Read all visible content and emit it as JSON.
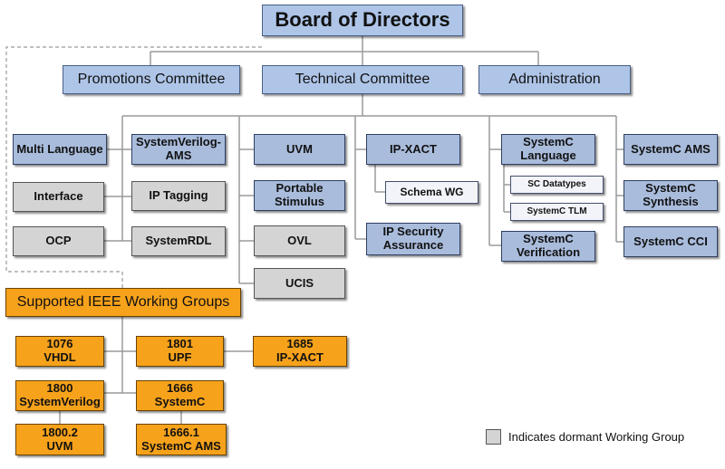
{
  "title": "Board of Directors",
  "committees": {
    "promotions": "Promotions Committee",
    "technical": "Technical Committee",
    "administration": "Administration"
  },
  "groups": {
    "multi_language": "Multi Language",
    "systemverilog_ams": "SystemVerilog-\nAMS",
    "interface": "Interface",
    "ip_tagging": "IP Tagging",
    "ocp": "OCP",
    "systemrdl": "SystemRDL",
    "uvm": "UVM",
    "portable_stimulus": "Portable\nStimulus",
    "ovl": "OVL",
    "ucis": "UCIS",
    "ip_xact": "IP-XACT",
    "schema_wg": "Schema WG",
    "ip_security": "IP Security\nAssurance",
    "systemc_language": "SystemC\nLanguage",
    "sc_datatypes": "SC Datatypes",
    "systemc_tlm": "SystemC TLM",
    "systemc_verification": "SystemC\nVerification",
    "systemc_ams": "SystemC AMS",
    "systemc_synthesis": "SystemC\nSynthesis",
    "systemc_cci": "SystemC CCI"
  },
  "ieee": {
    "header": "Supported IEEE Working Groups",
    "vhdl": "1076\nVHDL",
    "upf": "1801\nUPF",
    "ipxact": "1685\nIP-XACT",
    "systemverilog": "1800\nSystemVerilog",
    "systemc": "1666\nSystemC",
    "uvm": "1800.2\nUVM",
    "systemc_ams": "1666.1\nSystemC AMS"
  },
  "legend": {
    "text": "Indicates dormant Working Group"
  },
  "colors": {
    "active_wg": "#a9bcdc",
    "dormant_wg": "#d4d4d4",
    "ieee_wg": "#f7a21b",
    "connector": "#9a9a9a"
  }
}
